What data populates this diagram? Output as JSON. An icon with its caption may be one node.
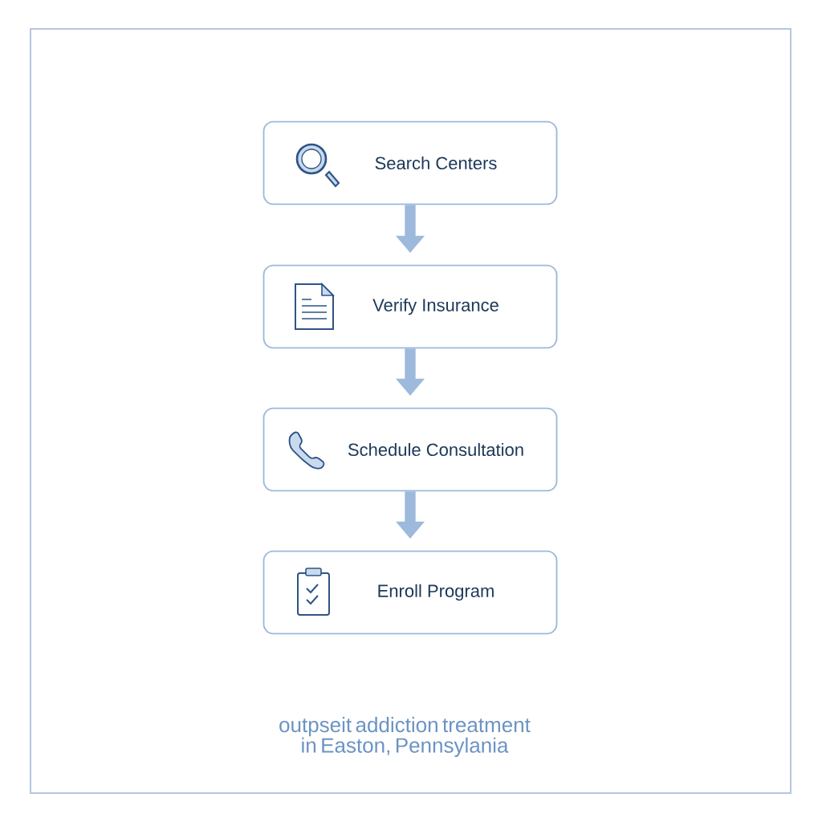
{
  "diagram": {
    "caption": "outpseit addiction treatment in Easton, Pennsylania",
    "nodes": [
      {
        "text": [
          "Search Centers"
        ]
      },
      {
        "text": [
          "Verify Insurance"
        ]
      },
      {
        "text": [
          "Schedule Consultation"
        ]
      },
      {
        "text": [
          "Enroll Program"
        ]
      }
    ],
    "edges": [
      {
        "from": 0,
        "to": 1,
        "arrow": "to"
      },
      {
        "from": 1,
        "to": 2,
        "arrow": "to"
      },
      {
        "from": 2,
        "to": 3,
        "arrow": "to"
      }
    ]
  }
}
